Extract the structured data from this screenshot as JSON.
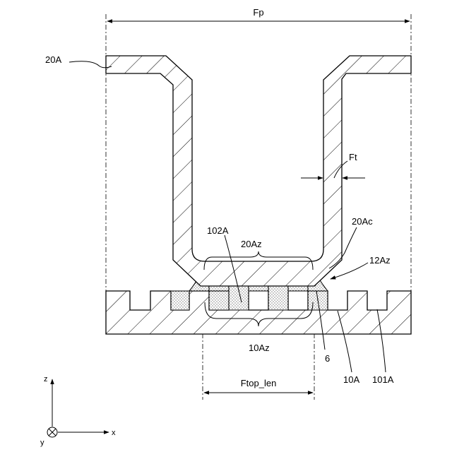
{
  "figure": {
    "labels": {
      "fp": "Fp",
      "ft": "Ft",
      "fin": "20A",
      "fin_corner": "20Ac",
      "fin_joint": "12Az",
      "fin_bottom": "20Az",
      "solder": "102A",
      "base_region": "10Az",
      "six": "6",
      "base": "10A",
      "groove": "101A",
      "ftop_len": "Ftop_len"
    },
    "axes": {
      "z": "z",
      "x": "x",
      "y": "y"
    }
  }
}
